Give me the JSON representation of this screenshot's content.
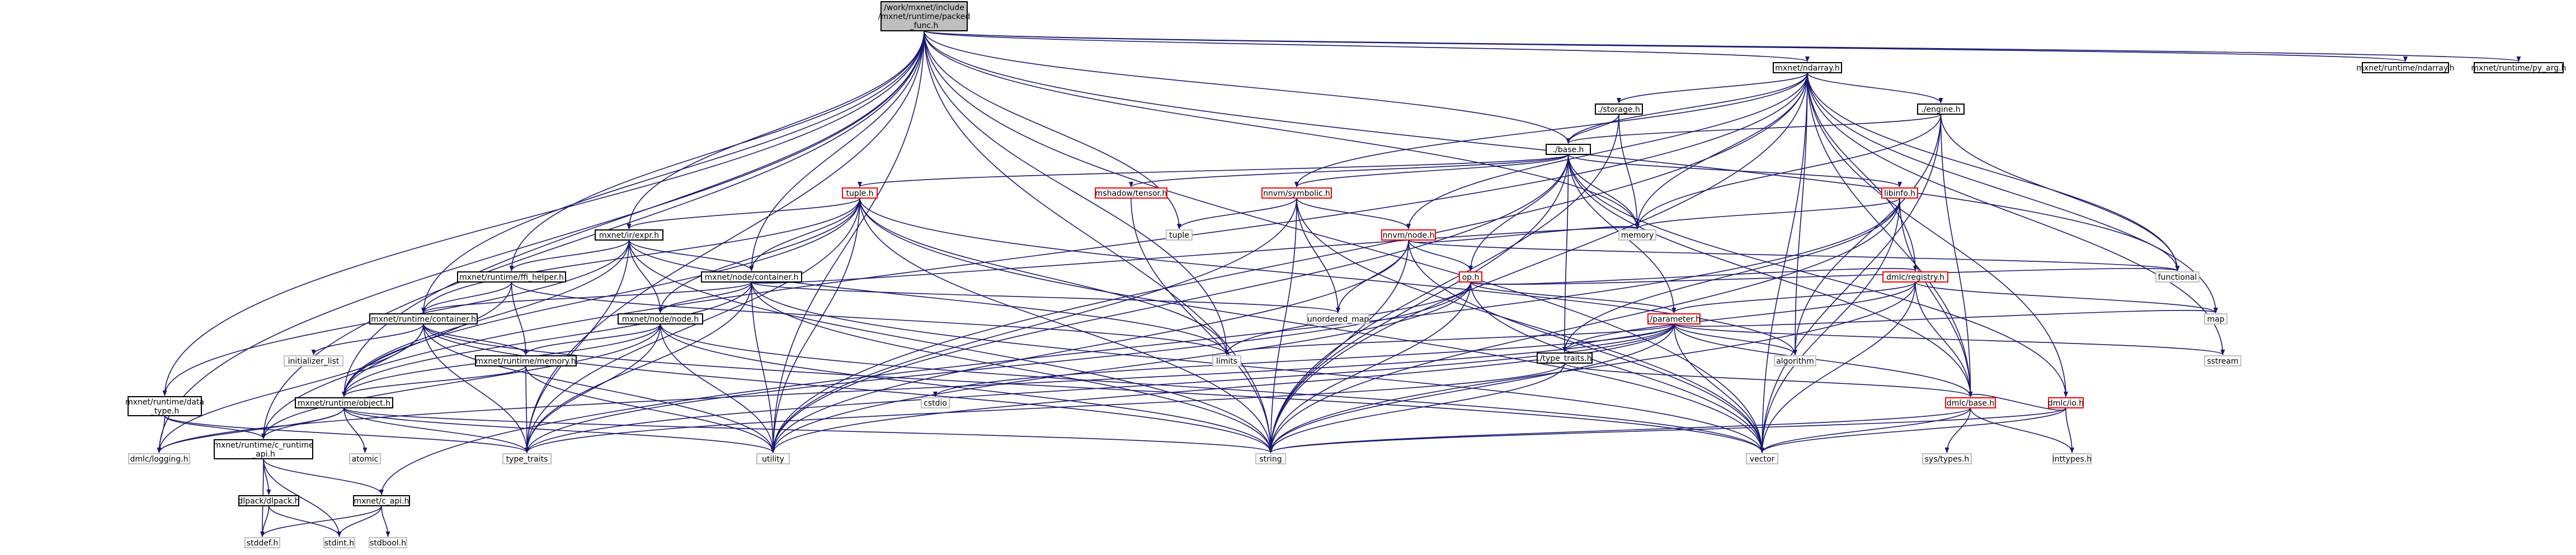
{
  "colors": {
    "edge": "#191970",
    "root_fill": "#bfbfbf",
    "node_border": "#000000",
    "node_red": "#ff0000",
    "node_system": "#bfbfbf",
    "text": "#000000"
  },
  "graph": {
    "root": "/work/mxnet/include/mxnet/runtime/packed_func.h",
    "nodes": [
      {
        "id": "root",
        "label": "/work/mxnet/include\n/mxnet/runtime/packed\n_func.h",
        "kind": "root"
      },
      {
        "id": "ndarray",
        "label": "mxnet/ndarray.h",
        "kind": "normal"
      },
      {
        "id": "rt_ndarray",
        "label": "mxnet/runtime/ndarray.h",
        "kind": "normal"
      },
      {
        "id": "rt_py_arg",
        "label": "mxnet/runtime/py_arg.h",
        "kind": "normal"
      },
      {
        "id": "storage",
        "label": "./storage.h",
        "kind": "normal"
      },
      {
        "id": "engine",
        "label": "./engine.h",
        "kind": "normal"
      },
      {
        "id": "base",
        "label": "./base.h",
        "kind": "normal"
      },
      {
        "id": "tuple",
        "label": "tuple.h",
        "kind": "red"
      },
      {
        "id": "mshadow_tensor",
        "label": "mshadow/tensor.h",
        "kind": "red"
      },
      {
        "id": "nnvm_symbolic",
        "label": "nnvm/symbolic.h",
        "kind": "red"
      },
      {
        "id": "libinfo",
        "label": "libinfo.h",
        "kind": "red"
      },
      {
        "id": "ir_expr",
        "label": "mxnet/ir/expr.h",
        "kind": "normal"
      },
      {
        "id": "ffi_helper",
        "label": "mxnet/runtime/ffi_helper.h",
        "kind": "normal"
      },
      {
        "id": "node_container",
        "label": "mxnet/node/container.h",
        "kind": "normal"
      },
      {
        "id": "nnvm_node",
        "label": "nnvm/node.h",
        "kind": "red"
      },
      {
        "id": "rt_container",
        "label": "mxnet/runtime/container.h",
        "kind": "normal"
      },
      {
        "id": "node_node",
        "label": "mxnet/node/node.h",
        "kind": "normal"
      },
      {
        "id": "op",
        "label": "op.h",
        "kind": "red"
      },
      {
        "id": "dmlc_registry",
        "label": "dmlc/registry.h",
        "kind": "red"
      },
      {
        "id": "rt_memory",
        "label": "mxnet/runtime/memory.h",
        "kind": "normal"
      },
      {
        "id": "parameter",
        "label": "./parameter.h",
        "kind": "red"
      },
      {
        "id": "rt_object",
        "label": "mxnet/runtime/object.h",
        "kind": "normal"
      },
      {
        "id": "type_traits_h",
        "label": "./type_traits.h",
        "kind": "normal"
      },
      {
        "id": "rt_data_type",
        "label": "mxnet/runtime/data\n_type.h",
        "kind": "normal"
      },
      {
        "id": "dmlc_base",
        "label": "dmlc/base.h",
        "kind": "red"
      },
      {
        "id": "dmlc_io",
        "label": "dmlc/io.h",
        "kind": "red"
      },
      {
        "id": "rt_c_runtime_api",
        "label": "mxnet/runtime/c_runtime\n_api.h",
        "kind": "normal"
      },
      {
        "id": "dmlc_logging",
        "label": "dmlc/logging.h",
        "kind": "system"
      },
      {
        "id": "type_traits",
        "label": "type_traits",
        "kind": "system"
      },
      {
        "id": "utility",
        "label": "utility",
        "kind": "system"
      },
      {
        "id": "string",
        "label": "string",
        "kind": "system"
      },
      {
        "id": "vector",
        "label": "vector",
        "kind": "system"
      },
      {
        "id": "memory",
        "label": "memory",
        "kind": "system"
      },
      {
        "id": "unordered_map",
        "label": "unordered_map",
        "kind": "system"
      },
      {
        "id": "limits",
        "label": "limits",
        "kind": "system"
      },
      {
        "id": "cstdio",
        "label": "cstdio",
        "kind": "system"
      },
      {
        "id": "algorithm",
        "label": "algorithm",
        "kind": "system"
      },
      {
        "id": "map",
        "label": "map",
        "kind": "system"
      },
      {
        "id": "sstream",
        "label": "sstream",
        "kind": "system"
      },
      {
        "id": "functional",
        "label": "functional",
        "kind": "system"
      },
      {
        "id": "tuple_std",
        "label": "tuple",
        "kind": "system"
      },
      {
        "id": "initializer_list",
        "label": "initializer_list",
        "kind": "system"
      },
      {
        "id": "atomic",
        "label": "atomic",
        "kind": "system"
      },
      {
        "id": "sys_types",
        "label": "sys/types.h",
        "kind": "system"
      },
      {
        "id": "inttypes",
        "label": "inttypes.h",
        "kind": "system"
      },
      {
        "id": "dlpack",
        "label": "dlpack/dlpack.h",
        "kind": "normal"
      },
      {
        "id": "c_api",
        "label": "mxnet/c_api.h",
        "kind": "normal"
      },
      {
        "id": "stddef",
        "label": "stddef.h",
        "kind": "system"
      },
      {
        "id": "stdint",
        "label": "stdint.h",
        "kind": "system"
      },
      {
        "id": "stdbool",
        "label": "stdbool.h",
        "kind": "system"
      }
    ],
    "edges": [
      [
        "root",
        "ndarray"
      ],
      [
        "root",
        "rt_ndarray"
      ],
      [
        "root",
        "rt_py_arg"
      ],
      [
        "root",
        "base"
      ],
      [
        "root",
        "ir_expr"
      ],
      [
        "root",
        "ffi_helper"
      ],
      [
        "root",
        "node_container"
      ],
      [
        "root",
        "rt_container"
      ],
      [
        "root",
        "rt_object"
      ],
      [
        "root",
        "rt_data_type"
      ],
      [
        "root",
        "rt_c_runtime_api"
      ],
      [
        "root",
        "dmlc_logging"
      ],
      [
        "root",
        "type_traits"
      ],
      [
        "root",
        "utility"
      ],
      [
        "root",
        "string"
      ],
      [
        "root",
        "vector"
      ],
      [
        "root",
        "memory"
      ],
      [
        "root",
        "limits"
      ],
      [
        "root",
        "functional"
      ],
      [
        "root",
        "tuple_std"
      ],
      [
        "ndarray",
        "storage"
      ],
      [
        "ndarray",
        "engine"
      ],
      [
        "ndarray",
        "base"
      ],
      [
        "ndarray",
        "nnvm_node"
      ],
      [
        "ndarray",
        "nnvm_symbolic"
      ],
      [
        "ndarray",
        "dmlc_registry"
      ],
      [
        "ndarray",
        "dmlc_base"
      ],
      [
        "ndarray",
        "dmlc_io"
      ],
      [
        "ndarray",
        "rt_c_runtime_api"
      ],
      [
        "ndarray",
        "memory"
      ],
      [
        "ndarray",
        "vector"
      ],
      [
        "ndarray",
        "map"
      ],
      [
        "ndarray",
        "string"
      ],
      [
        "ndarray",
        "algorithm"
      ],
      [
        "ndarray",
        "sstream"
      ],
      [
        "ndarray",
        "functional"
      ],
      [
        "ndarray",
        "utility"
      ],
      [
        "storage",
        "base"
      ],
      [
        "storage",
        "memory"
      ],
      [
        "storage",
        "string"
      ],
      [
        "engine",
        "base"
      ],
      [
        "engine",
        "memory"
      ],
      [
        "engine",
        "vector"
      ],
      [
        "engine",
        "functional"
      ],
      [
        "engine",
        "algorithm"
      ],
      [
        "engine",
        "dmlc_base"
      ],
      [
        "base",
        "tuple"
      ],
      [
        "base",
        "mshadow_tensor"
      ],
      [
        "base",
        "nnvm_symbolic"
      ],
      [
        "base",
        "libinfo"
      ],
      [
        "base",
        "op"
      ],
      [
        "base",
        "parameter"
      ],
      [
        "base",
        "type_traits_h"
      ],
      [
        "base",
        "dmlc_base"
      ],
      [
        "base",
        "dmlc_io"
      ],
      [
        "base",
        "memory"
      ],
      [
        "base",
        "string"
      ],
      [
        "base",
        "utility"
      ],
      [
        "tuple",
        "ir_expr"
      ],
      [
        "tuple",
        "node_container"
      ],
      [
        "tuple",
        "node_node"
      ],
      [
        "tuple",
        "rt_object"
      ],
      [
        "tuple",
        "type_traits"
      ],
      [
        "tuple",
        "utility"
      ],
      [
        "tuple",
        "string"
      ],
      [
        "tuple",
        "vector"
      ],
      [
        "tuple",
        "limits"
      ],
      [
        "tuple",
        "algorithm"
      ],
      [
        "tuple",
        "rt_container"
      ],
      [
        "mshadow_tensor",
        "string"
      ],
      [
        "nnvm_symbolic",
        "nnvm_node"
      ],
      [
        "nnvm_symbolic",
        "tuple_std"
      ],
      [
        "nnvm_symbolic",
        "unordered_map"
      ],
      [
        "nnvm_symbolic",
        "string"
      ],
      [
        "nnvm_symbolic",
        "vector"
      ],
      [
        "nnvm_symbolic",
        "utility"
      ],
      [
        "libinfo",
        "memory"
      ],
      [
        "libinfo",
        "string"
      ],
      [
        "libinfo",
        "vector"
      ],
      [
        "libinfo",
        "type_traits_h"
      ],
      [
        "libinfo",
        "c_api"
      ],
      [
        "libinfo",
        "dmlc_base"
      ],
      [
        "ir_expr",
        "ffi_helper"
      ],
      [
        "ir_expr",
        "node_container"
      ],
      [
        "ir_expr",
        "node_node"
      ],
      [
        "ir_expr",
        "rt_data_type"
      ],
      [
        "ir_expr",
        "rt_object"
      ],
      [
        "ir_expr",
        "string"
      ],
      [
        "ir_expr",
        "type_traits"
      ],
      [
        "ir_expr",
        "limits"
      ],
      [
        "ffi_helper",
        "rt_container"
      ],
      [
        "ffi_helper",
        "rt_memory"
      ],
      [
        "ffi_helper",
        "rt_object"
      ],
      [
        "ffi_helper",
        "limits"
      ],
      [
        "node_container",
        "node_node"
      ],
      [
        "node_container",
        "rt_container"
      ],
      [
        "node_container",
        "rt_object"
      ],
      [
        "node_container",
        "memory"
      ],
      [
        "node_container",
        "unordered_map"
      ],
      [
        "node_container",
        "string"
      ],
      [
        "node_container",
        "vector"
      ],
      [
        "node_container",
        "utility"
      ],
      [
        "node_container",
        "type_traits"
      ],
      [
        "nnvm_node",
        "op"
      ],
      [
        "nnvm_node",
        "memory"
      ],
      [
        "nnvm_node",
        "unordered_map"
      ],
      [
        "nnvm_node",
        "string"
      ],
      [
        "nnvm_node",
        "vector"
      ],
      [
        "nnvm_node",
        "utility"
      ],
      [
        "nnvm_node",
        "functional"
      ],
      [
        "rt_container",
        "rt_memory"
      ],
      [
        "rt_container",
        "rt_object"
      ],
      [
        "rt_container",
        "initializer_list"
      ],
      [
        "rt_container",
        "type_traits"
      ],
      [
        "rt_container",
        "utility"
      ],
      [
        "rt_container",
        "string"
      ],
      [
        "rt_container",
        "vector"
      ],
      [
        "rt_container",
        "dmlc_logging"
      ],
      [
        "node_node",
        "rt_memory"
      ],
      [
        "node_node",
        "rt_object"
      ],
      [
        "node_node",
        "rt_c_runtime_api"
      ],
      [
        "node_node",
        "string"
      ],
      [
        "node_node",
        "vector"
      ],
      [
        "node_node",
        "utility"
      ],
      [
        "node_node",
        "type_traits"
      ],
      [
        "op",
        "parameter"
      ],
      [
        "op",
        "dmlc_registry"
      ],
      [
        "op",
        "string"
      ],
      [
        "op",
        "vector"
      ],
      [
        "op",
        "utility"
      ],
      [
        "op",
        "type_traits"
      ],
      [
        "op",
        "limits"
      ],
      [
        "op",
        "functional"
      ],
      [
        "dmlc_registry",
        "parameter"
      ],
      [
        "dmlc_registry",
        "dmlc_base"
      ],
      [
        "dmlc_registry",
        "map"
      ],
      [
        "dmlc_registry",
        "string"
      ],
      [
        "dmlc_registry",
        "vector"
      ],
      [
        "dmlc_registry",
        "type_traits_h"
      ],
      [
        "rt_memory",
        "rt_object"
      ],
      [
        "rt_memory",
        "type_traits"
      ],
      [
        "rt_memory",
        "utility"
      ],
      [
        "parameter",
        "dmlc_base"
      ],
      [
        "parameter",
        "dmlc_logging"
      ],
      [
        "parameter",
        "type_traits_h"
      ],
      [
        "parameter",
        "map"
      ],
      [
        "parameter",
        "sstream"
      ],
      [
        "parameter",
        "limits"
      ],
      [
        "parameter",
        "algorithm"
      ],
      [
        "parameter",
        "string"
      ],
      [
        "parameter",
        "vector"
      ],
      [
        "parameter",
        "utility"
      ],
      [
        "parameter",
        "type_traits"
      ],
      [
        "parameter",
        "cstdio"
      ],
      [
        "rt_object",
        "rt_c_runtime_api"
      ],
      [
        "rt_object",
        "dmlc_logging"
      ],
      [
        "rt_object",
        "atomic"
      ],
      [
        "rt_object",
        "type_traits"
      ],
      [
        "rt_object",
        "string"
      ],
      [
        "rt_object",
        "utility"
      ],
      [
        "type_traits_h",
        "dmlc_base"
      ],
      [
        "type_traits_h",
        "string"
      ],
      [
        "type_traits_h",
        "type_traits"
      ],
      [
        "rt_data_type",
        "rt_c_runtime_api"
      ],
      [
        "rt_data_type",
        "dmlc_logging"
      ],
      [
        "rt_data_type",
        "type_traits"
      ],
      [
        "dmlc_base",
        "sys_types"
      ],
      [
        "dmlc_base",
        "inttypes"
      ],
      [
        "dmlc_base",
        "string"
      ],
      [
        "dmlc_base",
        "vector"
      ],
      [
        "dmlc_io",
        "dmlc_base"
      ],
      [
        "dmlc_io",
        "inttypes"
      ],
      [
        "dmlc_io",
        "string"
      ],
      [
        "dmlc_io",
        "vector"
      ],
      [
        "rt_c_runtime_api",
        "dlpack"
      ],
      [
        "rt_c_runtime_api",
        "c_api"
      ],
      [
        "rt_c_runtime_api",
        "stdint"
      ],
      [
        "rt_c_runtime_api",
        "stddef"
      ],
      [
        "dlpack",
        "stddef"
      ],
      [
        "dlpack",
        "stdint"
      ],
      [
        "c_api",
        "stdint"
      ],
      [
        "c_api",
        "stddef"
      ],
      [
        "c_api",
        "stdbool"
      ]
    ]
  }
}
